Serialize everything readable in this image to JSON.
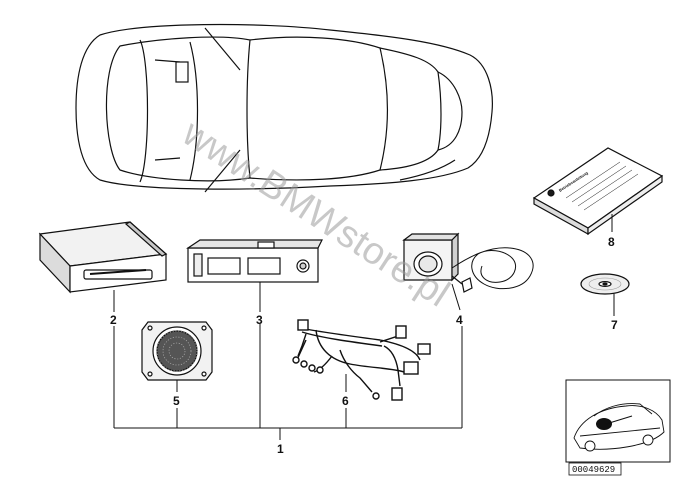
{
  "callouts": [
    "1",
    "2",
    "3",
    "4",
    "5",
    "6",
    "7",
    "8"
  ],
  "watermark": "www.BMWstore.pl",
  "booklet_title": "Betriebsanleitung",
  "part_number": "00049629",
  "colors": {
    "line": "#111111",
    "watermark": "#9a9a9a",
    "fill_light": "#f2f2f2",
    "fill_dark": "#1a1a1a"
  }
}
